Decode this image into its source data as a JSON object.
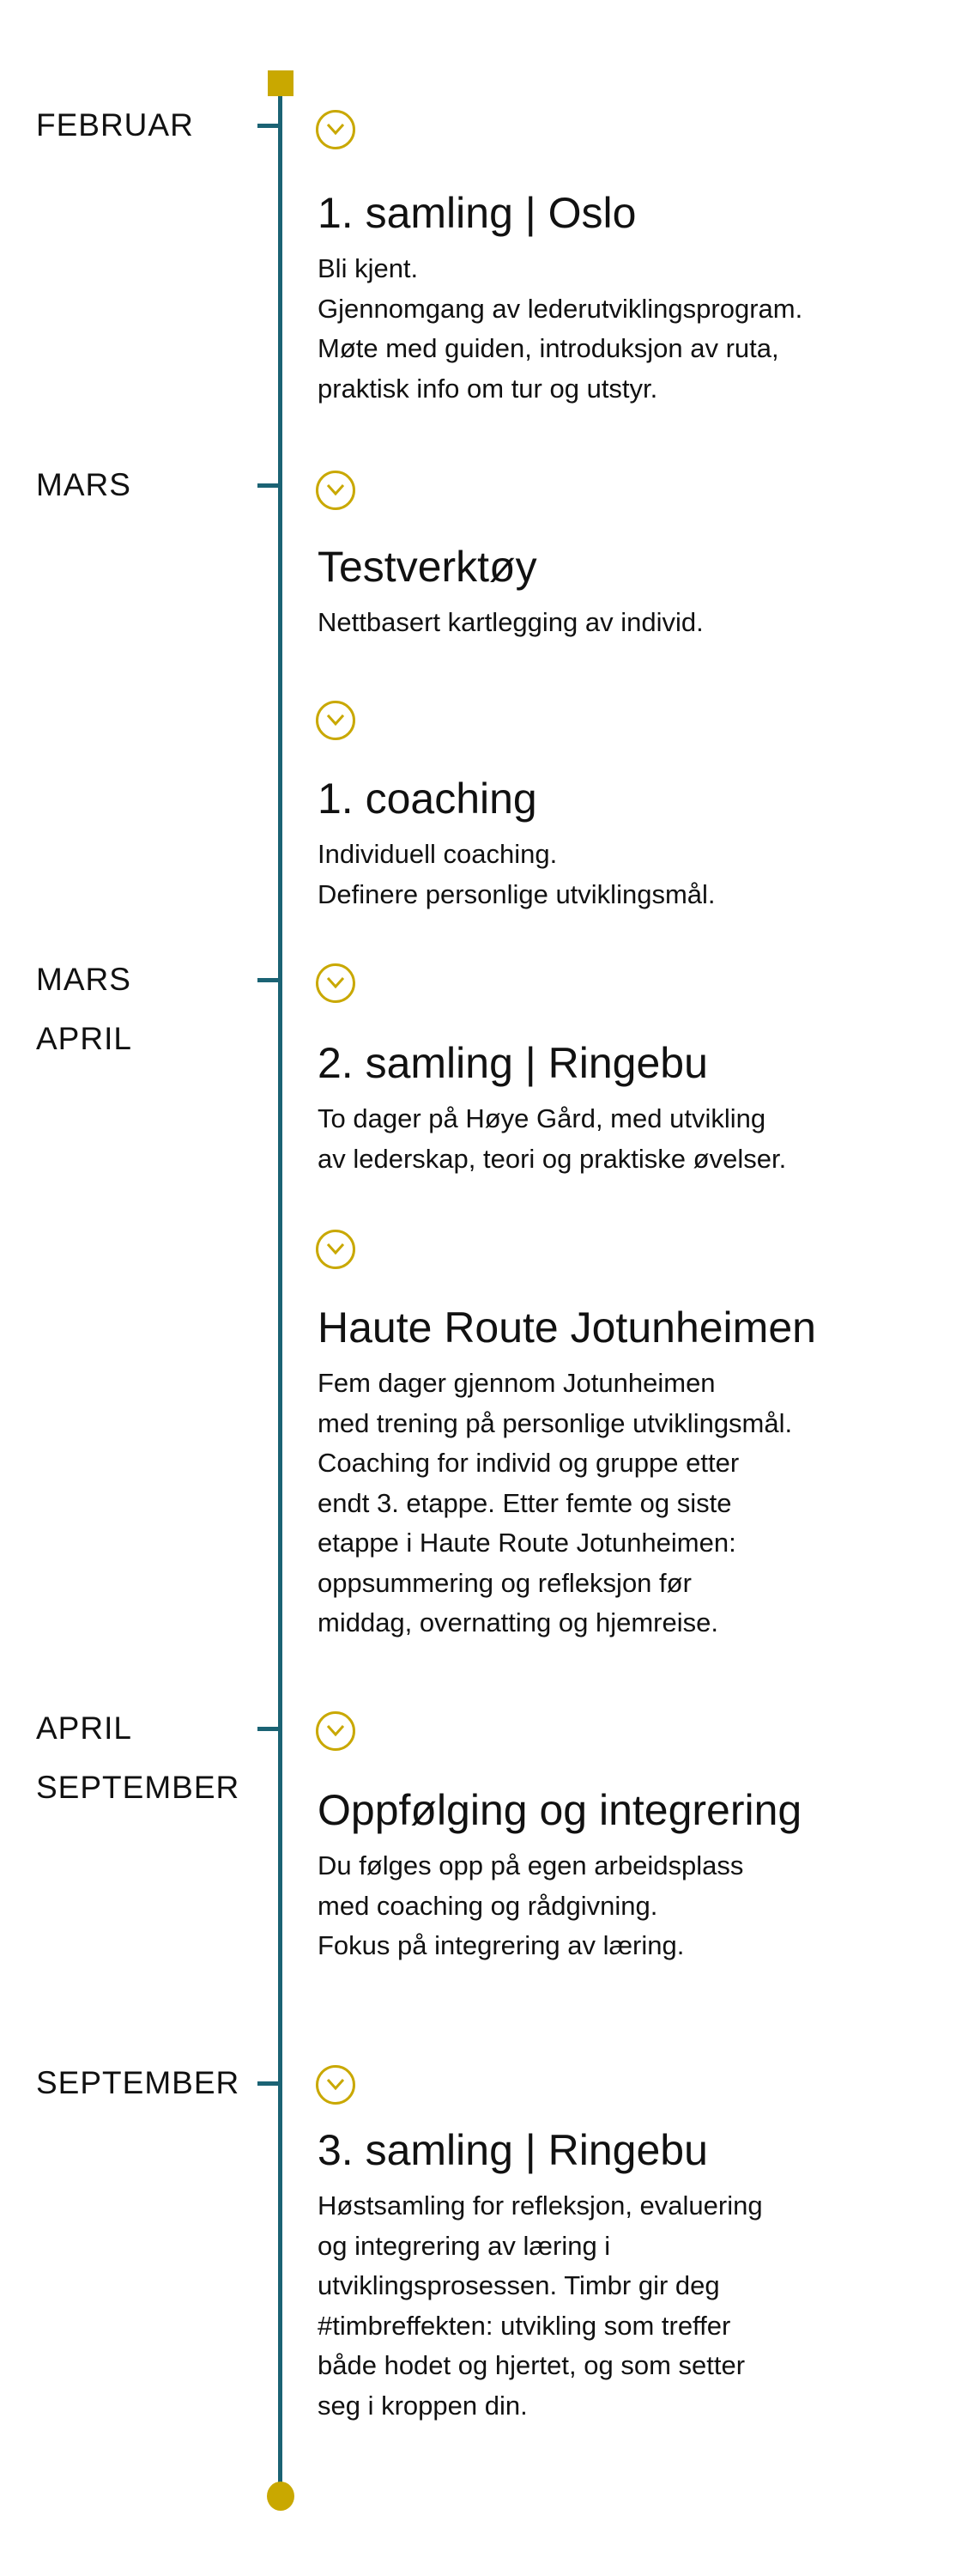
{
  "colors": {
    "line": "#1b6374",
    "accent": "#c9a800"
  },
  "labels": [
    {
      "lines": [
        "FEBRUAR"
      ]
    },
    {
      "lines": [
        "MARS"
      ]
    },
    {
      "lines": [
        "MARS",
        "APRIL"
      ]
    },
    {
      "lines": [
        "APRIL",
        "SEPTEMBER"
      ]
    },
    {
      "lines": [
        "SEPTEMBER"
      ]
    }
  ],
  "events": [
    {
      "title": "1. samling | Oslo",
      "body": [
        "Bli kjent.",
        "Gjennomgang av lederutviklingsprogram.",
        "Møte med guiden, introduksjon av ruta,",
        "praktisk info om tur og utstyr."
      ]
    },
    {
      "title": "Testverktøy",
      "body": [
        "Nettbasert kartlegging av individ."
      ]
    },
    {
      "title": "1. coaching",
      "body": [
        "Individuell coaching.",
        "Definere personlige utviklingsmål."
      ]
    },
    {
      "title": "2. samling | Ringebu",
      "body": [
        "To dager på Høye Gård, med utvikling",
        "av lederskap, teori og praktiske øvelser."
      ]
    },
    {
      "title": "Haute Route Jotunheimen",
      "body": [
        "Fem dager gjennom Jotunheimen",
        "med trening på personlige utviklingsmål.",
        "Coaching for individ og gruppe etter",
        "endt 3. etappe. Etter femte og siste",
        "etappe i Haute Route Jotunheimen:",
        "oppsummering og refleksjon før",
        "middag, overnatting og hjemreise."
      ]
    },
    {
      "title": "Oppfølging og integrering",
      "body": [
        "Du følges opp på egen arbeidsplass",
        "med coaching og rådgivning.",
        "Fokus på integrering av læring."
      ]
    },
    {
      "title": "3. samling | Ringebu",
      "body": [
        "Høstsamling for refleksjon, evaluering",
        "og integrering av læring i",
        "utviklingsprosessen. Timbr gir deg",
        "#timbreffekten: utvikling som treffer",
        "både hodet og hjertet, og som setter",
        "seg i kroppen din."
      ]
    }
  ]
}
